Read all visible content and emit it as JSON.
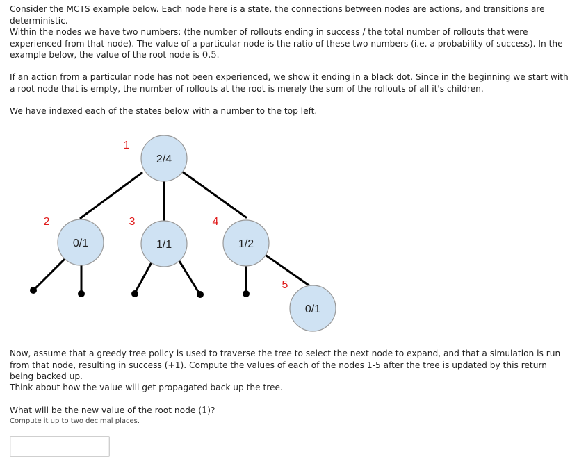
{
  "intro": "Consider the MCTS example below. Each node here is a state, the connections between nodes are actions, and transitions are deterministic.",
  "nodes_desc": {
    "text1": "Within the nodes we have two numbers: (the number of rollouts ending in success / the total number of rollouts that were experienced from that node). The value of a particular node is the ratio of these two numbers (i.e. a probability of success). In the example below, the value of the root node is ",
    "value": "0.5",
    "text2": "."
  },
  "unexperienced": "If an action from a particular node has not been experienced, we show it ending in a black dot. Since in the beginning we start with a root node that is empty, the number of rollouts at the root is merely the sum of the rollouts of all it's children.",
  "indexed": "We have indexed each of the states below with a number to the top left.",
  "tree": {
    "nodes": [
      {
        "index": "1",
        "label": "2/4"
      },
      {
        "index": "2",
        "label": "0/1"
      },
      {
        "index": "3",
        "label": "1/1"
      },
      {
        "index": "4",
        "label": "1/2"
      },
      {
        "index": "5",
        "label": "0/1"
      }
    ],
    "colors": {
      "node_fill": "#cfe2f3",
      "node_stroke": "#999999",
      "index_color": "#e01b1b",
      "edge": "#000000"
    }
  },
  "now_assume": "Now, assume that a greedy tree policy is used to traverse the tree to select the next node to expand, and that a simulation is run from that node, resulting in success (+1). Compute the values of each of the nodes 1-5 after the tree is updated by this return being backed up.",
  "think": "Think about how the value will get propagated back up the tree.",
  "question": {
    "text1": "What will be the new value of the root node (",
    "num": "1",
    "text2": ")?"
  },
  "subnote": "Compute it up to two decimal places.",
  "answer": {
    "value": "",
    "placeholder": ""
  }
}
